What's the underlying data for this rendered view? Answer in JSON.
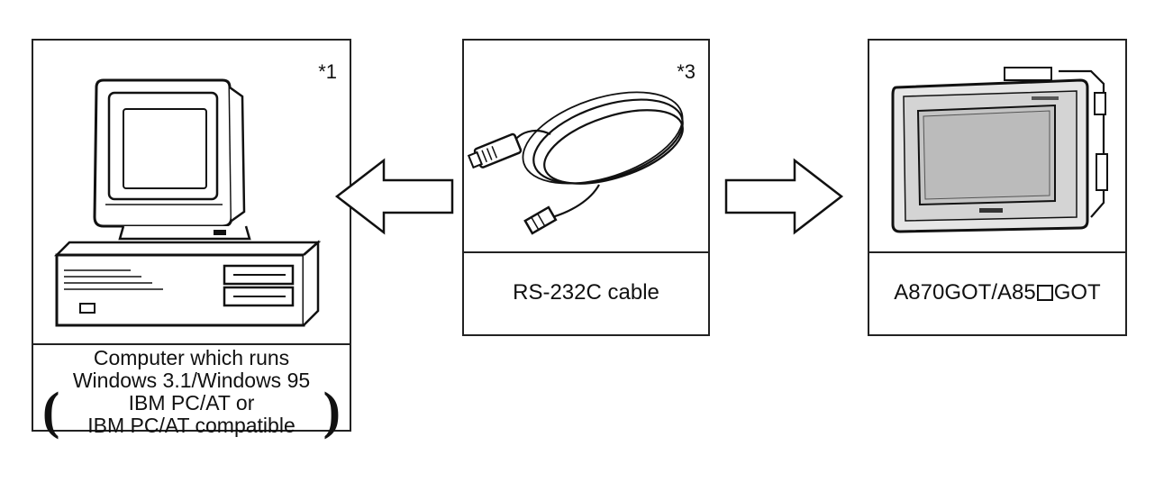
{
  "computer": {
    "note": "*1",
    "caption_lines": [
      "Computer which runs",
      "Windows 3.1/Windows 95",
      "IBM PC/AT or",
      "IBM PC/AT compatible"
    ],
    "paren_left": "(",
    "paren_right": ")"
  },
  "cable": {
    "note": "*3",
    "label": "RS-232C cable"
  },
  "got": {
    "label_prefix": "A870GOT/A85",
    "label_suffix": "GOT"
  }
}
